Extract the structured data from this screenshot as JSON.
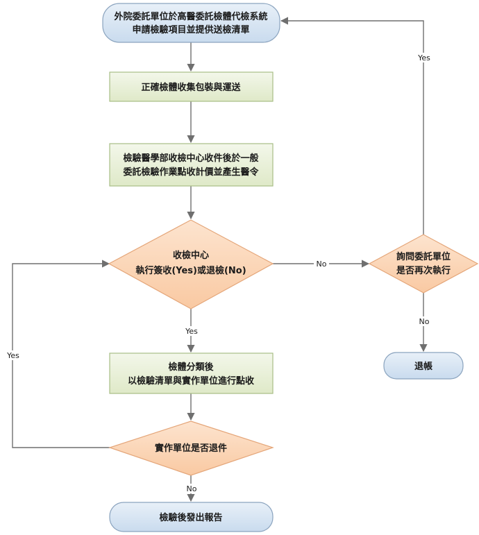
{
  "nodes": {
    "start": {
      "lines": [
        "外院委託單位於高醫委託檢體代檢系統",
        "申請檢驗項目並提供送檢清單"
      ]
    },
    "collect": {
      "lines": [
        "正確檢體收集包裝與運送"
      ]
    },
    "receive": {
      "lines": [
        "檢驗醫學部收檢中心收件後於一般",
        "委託檢驗作業點收計價並產生醫令"
      ]
    },
    "decision_sign": {
      "lines": [
        "收檢中心",
        "執行簽收(Yes)或退檢(No)"
      ]
    },
    "ask_unit": {
      "lines": [
        "詢問委託單位",
        "是否再次執行"
      ]
    },
    "refund": {
      "lines": [
        "退帳"
      ]
    },
    "classify": {
      "lines": [
        "檢體分類後",
        "以檢驗清單與實作單位進行點收"
      ]
    },
    "decision_return": {
      "lines": [
        "實作單位是否退件"
      ]
    },
    "report": {
      "lines": [
        "檢驗後發出報告"
      ]
    }
  },
  "edge_labels": {
    "sign_yes": "Yes",
    "sign_no": "No",
    "ask_yes": "Yes",
    "ask_no": "No",
    "return_yes": "Yes",
    "return_no": "No"
  },
  "colors": {
    "rounded_fill": "#dae6f2",
    "rounded_stroke": "#8aa3be",
    "rect_fill": "#ebf1de",
    "rect_stroke": "#a8bd86",
    "diamond_fill": "#fcd5b5",
    "diamond_stroke": "#e4a578",
    "line": "#6f6f6f"
  }
}
